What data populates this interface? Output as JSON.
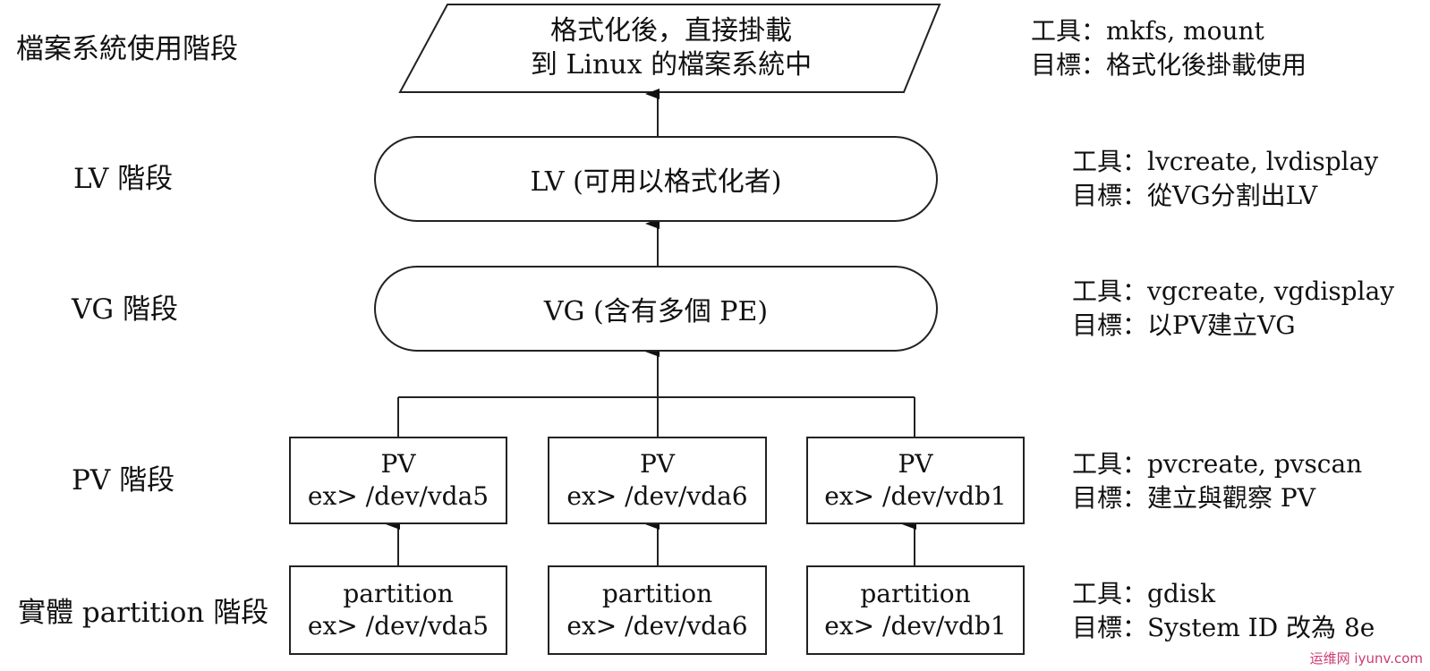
{
  "stages": {
    "fs": "檔案系統使用階段",
    "lv": "LV 階段",
    "vg": "VG 階段",
    "pv": "PV 階段",
    "partition": "實體 partition 階段"
  },
  "fs_node": {
    "line1": "格式化後，直接掛載",
    "line2": "到 Linux 的檔案系統中"
  },
  "lv_node": "LV (可用以格式化者)",
  "vg_node": "VG (含有多個 PE)",
  "pv_nodes": [
    {
      "title": "PV",
      "device": "ex> /dev/vda5"
    },
    {
      "title": "PV",
      "device": "ex> /dev/vda6"
    },
    {
      "title": "PV",
      "device": "ex> /dev/vdb1"
    }
  ],
  "partition_nodes": [
    {
      "title": "partition",
      "device": "ex> /dev/vda5"
    },
    {
      "title": "partition",
      "device": "ex> /dev/vda6"
    },
    {
      "title": "partition",
      "device": "ex> /dev/vdb1"
    }
  ],
  "notes": {
    "fs": {
      "tool": "工具：mkfs, mount",
      "goal": "目標：格式化後掛載使用"
    },
    "lv": {
      "tool": "工具：lvcreate, lvdisplay",
      "goal": "目標：從VG分割出LV"
    },
    "vg": {
      "tool": "工具：vgcreate, vgdisplay",
      "goal": "目標：以PV建立VG"
    },
    "pv": {
      "tool": "工具：pvcreate, pvscan",
      "goal": "目標：建立與觀察 PV"
    },
    "partition": {
      "tool": "工具：gdisk",
      "goal": "目標：System ID 改為 8e"
    }
  },
  "watermark": "运维网 iyunv.com",
  "colors": {
    "line": "#222222",
    "background": "#ffffff"
  }
}
